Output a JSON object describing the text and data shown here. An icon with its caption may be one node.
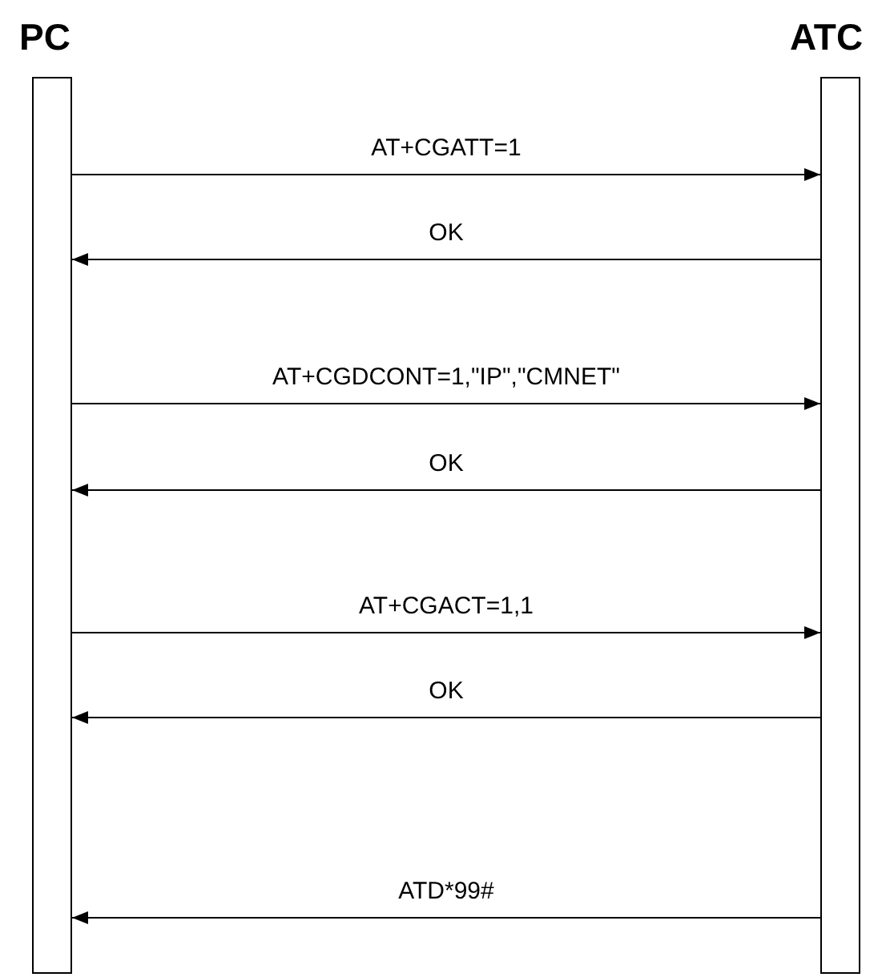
{
  "diagram": {
    "nodes": [
      {
        "text": [
          "PC"
        ]
      },
      {
        "text": [
          "ATC"
        ]
      }
    ],
    "edges": [
      {
        "from": 0,
        "to": 1,
        "arrow": "to",
        "label": "AT+CGATT=1"
      },
      {
        "from": 1,
        "to": 0,
        "arrow": "to",
        "label": "OK"
      },
      {
        "from": 0,
        "to": 1,
        "arrow": "to",
        "label": "AT+CGDCONT=1,\"IP\",\"CMNET\""
      },
      {
        "from": 1,
        "to": 0,
        "arrow": "to",
        "label": "OK"
      },
      {
        "from": 0,
        "to": 1,
        "arrow": "to",
        "label": "AT+CGACT=1,1"
      },
      {
        "from": 1,
        "to": 0,
        "arrow": "to",
        "label": "OK"
      },
      {
        "from": 1,
        "to": 0,
        "arrow": "to",
        "label": "ATD*99#"
      }
    ]
  }
}
